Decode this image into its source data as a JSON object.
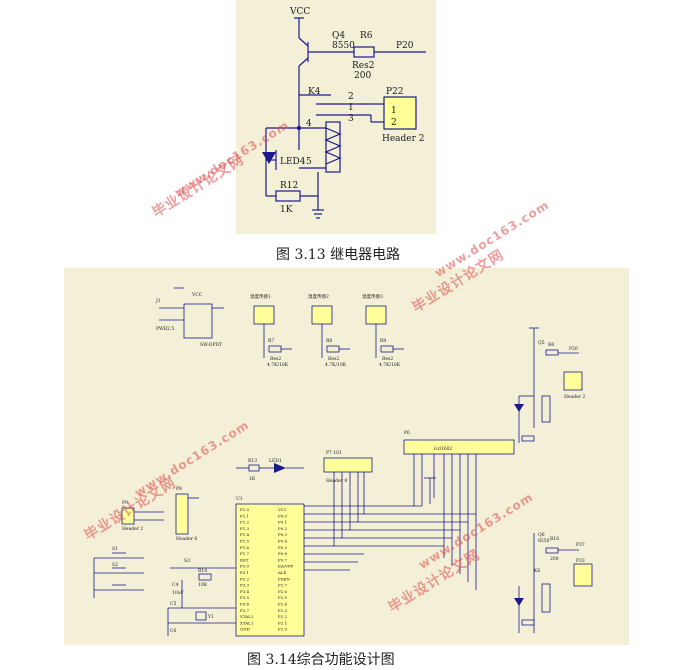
{
  "fig1": {
    "vcc": "VCC",
    "q4_name": "Q4",
    "q4_part": "8550",
    "r6_name": "R6",
    "r6_type": "Res2",
    "r6_value": "200",
    "p20": "P20",
    "k4": "K4",
    "p22": "P22",
    "header_label": "Header 2",
    "header_pin1": "1",
    "header_pin2": "2",
    "relay_pin2": "2",
    "relay_pin1": "1",
    "relay_pin3": "3",
    "relay_pin4": "4",
    "relay_pin5": "5",
    "led4": "LED4",
    "r12_name": "R12",
    "r12_value": "1K"
  },
  "caption1": "图 3.13 继电器电路",
  "caption2": "图 3.14综合功能设计图",
  "fig2": {
    "j1": "J1",
    "pwr": "PWR2.5",
    "sw": "SW-DPDT",
    "vcc": "VCC",
    "sensor1": "温度传感1",
    "sensor2": "温度传感2",
    "sensor3": "温度传感3",
    "r7": "R7",
    "r8": "R8",
    "r9": "R9",
    "rval": "4.7K/10K",
    "res2": "Res2",
    "led_d1": "LED1",
    "r13": "R13",
    "r13_val": "1K",
    "p7": "P7 101",
    "header8": "Header 8",
    "p6": "P6",
    "lcd": "lcd1602",
    "u1": "U1",
    "p1_pins": [
      "P1.0",
      "P1.1",
      "P1.2",
      "P1.3",
      "P1.4",
      "P1.5",
      "P1.6",
      "P1.7",
      "RST",
      "P3.0",
      "P3.1",
      "P3.2",
      "P3.3",
      "P3.4",
      "P3.5",
      "P3.6",
      "P3.7",
      "XTAL2",
      "XTAL1",
      "GND"
    ],
    "p0_pins": [
      "VCC",
      "P0.0",
      "P0.1",
      "P0.2",
      "P0.3",
      "P0.4",
      "P0.5",
      "P0.6",
      "P0.7",
      "EA/VPP",
      "ALE",
      "PSEN",
      "P2.7",
      "P2.6",
      "P2.5",
      "P2.4",
      "P2.3",
      "P2.2",
      "P2.1",
      "P2.0"
    ],
    "p9": "P9",
    "header2": "Header 2",
    "q6": "Q6",
    "q6_part": "8550",
    "r16": "R16",
    "r16_val": "200",
    "p37": "P37",
    "k6": "K6",
    "p33": "P33",
    "p8": "P8",
    "header6": "Header 6",
    "s1": "S1",
    "s2": "S2",
    "s3": "S3",
    "r14": "R14",
    "r14_val": "10K",
    "c4": "C4",
    "c4_val": "10uF",
    "y1": "Y1",
    "c5": "C5",
    "c6": "C6",
    "q5": "Q5",
    "r6b": "R6",
    "p20b": "P20",
    "header2b": "Header 2"
  },
  "watermarks": [
    "毕业设计论文网",
    "www.doc163.com"
  ]
}
